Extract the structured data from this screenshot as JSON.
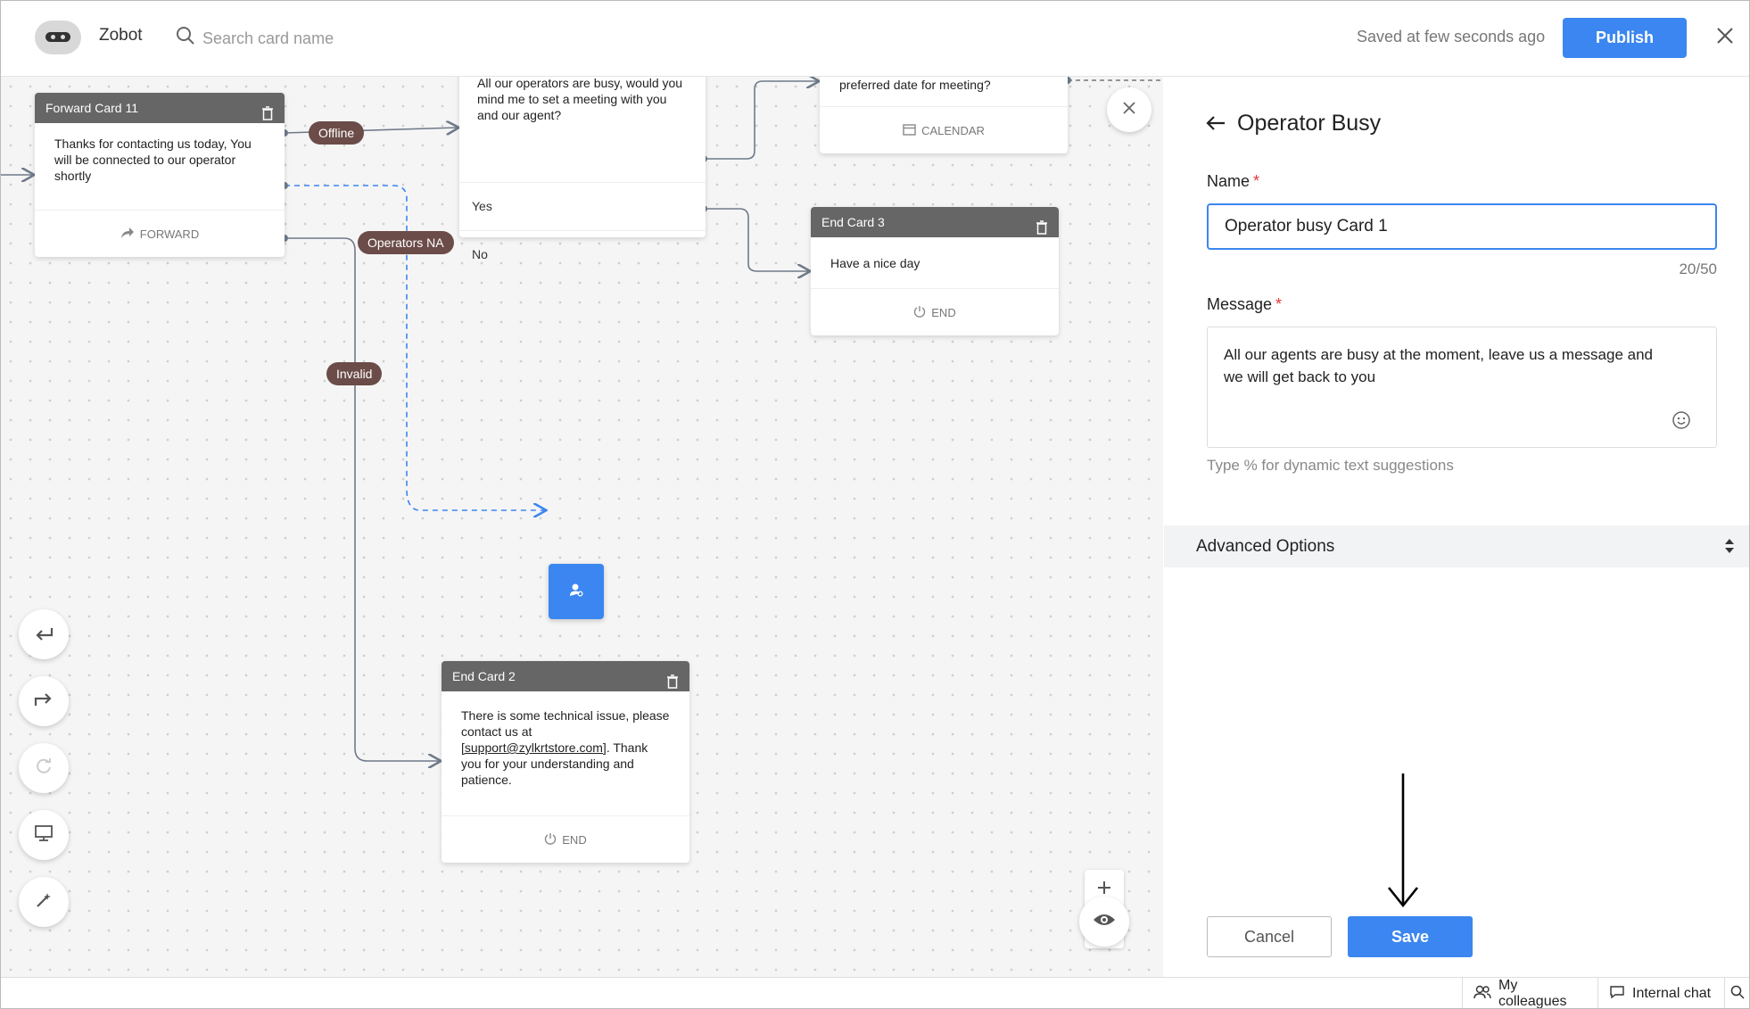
{
  "app": {
    "name": "Zobot"
  },
  "search": {
    "placeholder": "Search card name"
  },
  "header": {
    "saved_text": "Saved at few seconds ago",
    "publish_label": "Publish"
  },
  "canvas": {
    "forward_card": {
      "title": "Forward Card 11",
      "body": "Thanks for contacting us today, You will be connected to our operator shortly",
      "footer": "FORWARD"
    },
    "question_card": {
      "body": "All our operators are busy, would you mind me to set a meeting with you and our agent?",
      "options": [
        "Yes",
        "No"
      ]
    },
    "calendar_card": {
      "body": "preferred date for meeting?",
      "footer": "CALENDAR"
    },
    "end_card_3": {
      "title": "End Card 3",
      "body": "Have a nice day",
      "footer": "END"
    },
    "end_card_2": {
      "title": "End Card 2",
      "body_before": "There is some technical issue, please contact us at ",
      "link": "[support@zylkrtstore.com]",
      "body_after": ". Thank you for your understanding and patience.",
      "footer": "END"
    },
    "connectors": {
      "offline": "Offline",
      "operators_na": "Operators NA",
      "invalid": "Invalid"
    }
  },
  "panel": {
    "title": "Operator Busy",
    "name_label": "Name",
    "name_value": "Operator busy Card 1",
    "name_counter": "20/50",
    "message_label": "Message",
    "message_value": "All our agents are busy at the moment, leave us a message and we will get back to you",
    "hint": "Type % for dynamic text suggestions",
    "advanced_label": "Advanced Options",
    "cancel_label": "Cancel",
    "save_label": "Save"
  },
  "statusbar": {
    "colleagues": "My colleagues",
    "chat": "Internal chat"
  },
  "colors": {
    "accent": "#3b86f0",
    "pill": "#6b4c48",
    "card_header": "#666666",
    "required": "#e53935"
  },
  "icons": [
    "search-icon",
    "close-icon",
    "trash-icon",
    "forward-icon",
    "calendar-icon",
    "power-icon",
    "undo-icon",
    "redo-icon",
    "refresh-icon",
    "monitor-icon",
    "magic-wand-icon",
    "plus-icon",
    "minus-icon",
    "eye-icon",
    "back-arrow-icon",
    "emoji-icon",
    "sort-caret-icon",
    "people-icon",
    "chat-icon",
    "operator-icon"
  ]
}
